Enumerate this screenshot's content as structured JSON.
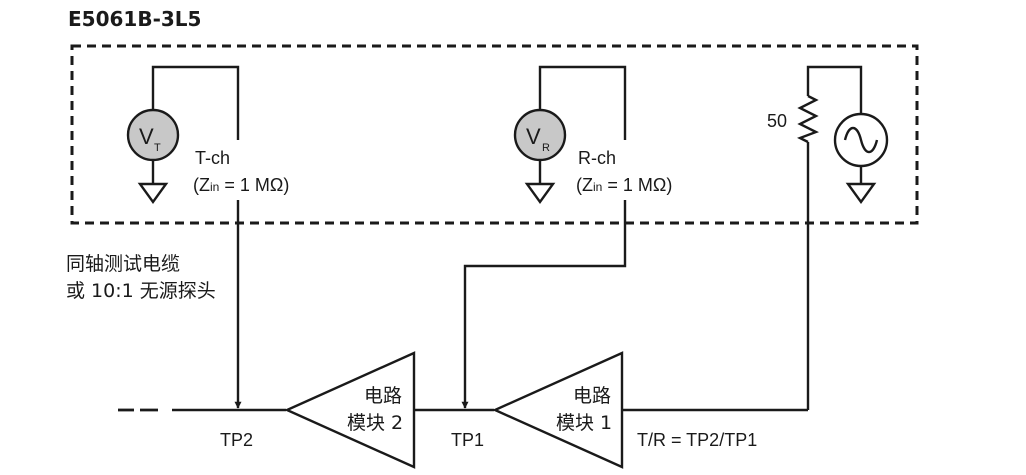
{
  "title": "E5061B-3L5",
  "receivers": {
    "t": {
      "symbol": "V",
      "subscript": "T",
      "channel": "T-ch",
      "impedance_prefix": "(Z",
      "impedance_sub": "in",
      "impedance_suffix": " = 1 MΩ)"
    },
    "r": {
      "symbol": "V",
      "subscript": "R",
      "channel": "R-ch",
      "impedance_prefix": "(Z",
      "impedance_sub": "in",
      "impedance_suffix": " = 1 MΩ)"
    }
  },
  "source": {
    "resistor_label": "50"
  },
  "probe_note": {
    "line1": "同轴测试电缆",
    "line2": "或 10:1 无源探头"
  },
  "blocks": [
    {
      "line1": "电路",
      "line2": "模块 2"
    },
    {
      "line1": "电路",
      "line2": "模块 1"
    }
  ],
  "test_points": {
    "tp2": "TP2",
    "tp1": "TP1"
  },
  "formula": "T/R = TP2/TP1",
  "colors": {
    "meter_fill": "#c8c8c8",
    "line": "#1a1a1a"
  }
}
